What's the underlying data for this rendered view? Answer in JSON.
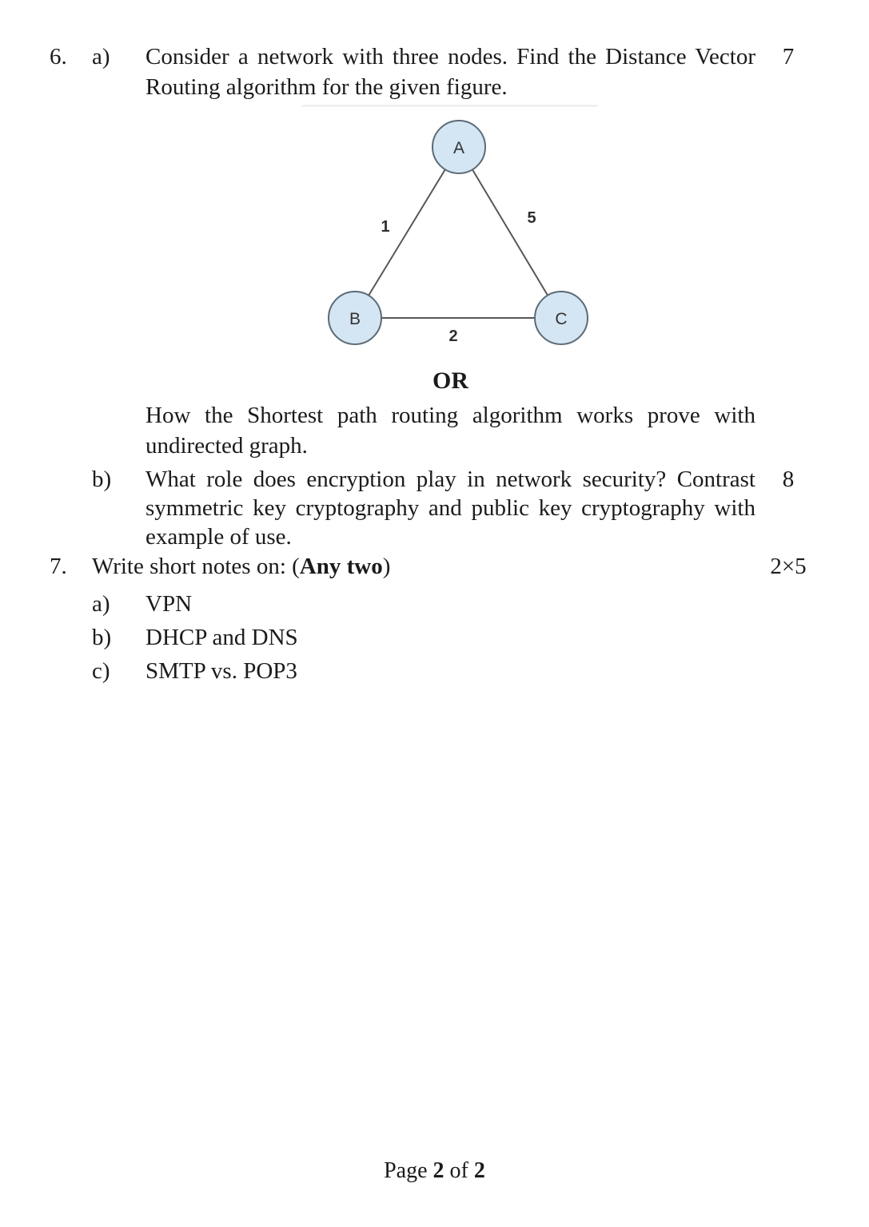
{
  "q6": {
    "number": "6.",
    "a": {
      "label": "a)",
      "marks": "7",
      "lines": [
        "Consider a network with three nodes. Find the Distance Vector",
        "Routing algorithm for the given figure."
      ]
    },
    "or_label": "OR",
    "or_alt": {
      "lines": [
        "How the Shortest path routing algorithm works prove with",
        "undirected graph."
      ]
    },
    "b": {
      "label": "b)",
      "marks": "8",
      "lines": [
        "What role does encryption play in network security? Contrast",
        "symmetric key cryptography and public key cryptography with",
        "example of use."
      ]
    }
  },
  "q7": {
    "number": "7.",
    "title_prefix": "Write short notes on: (",
    "title_bold": "Any two",
    "title_suffix": ")",
    "marks": "2×5",
    "items": [
      {
        "label": "a)",
        "text": "VPN"
      },
      {
        "label": "b)",
        "text": "DHCP and DNS"
      },
      {
        "label": "c)",
        "text": "SMTP vs. POP3"
      }
    ]
  },
  "figure": {
    "type": "undirected-weighted-graph",
    "nodes": [
      {
        "id": "A"
      },
      {
        "id": "B"
      },
      {
        "id": "C"
      }
    ],
    "edges": [
      {
        "from": "A",
        "to": "B",
        "weight": "1"
      },
      {
        "from": "A",
        "to": "C",
        "weight": "5"
      },
      {
        "from": "B",
        "to": "C",
        "weight": "2"
      }
    ],
    "node_fill": "#d4e5f3",
    "node_stroke": "#5b6b76",
    "edge_color": "#575757",
    "border_color": "#ebebeb"
  },
  "footer": {
    "word_page": "Page ",
    "page_num": "2",
    "word_of": " of ",
    "page_total": "2"
  }
}
